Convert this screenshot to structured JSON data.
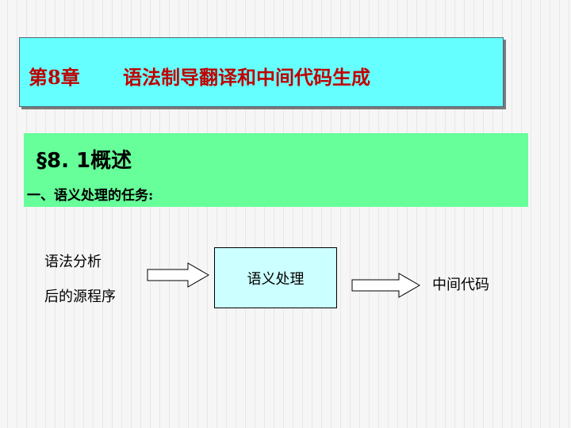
{
  "title": {
    "chapter": "第8章",
    "text": "语法制导翻译和中间代码生成"
  },
  "section": {
    "title": "§8. 1概述",
    "subtitle": "一、语义处理的任务:"
  },
  "diagram": {
    "input_line1": "语法分析",
    "input_line2": "后的源程序",
    "process": "语义处理",
    "output": "中间代码"
  },
  "colors": {
    "title_bg": "#66ffff",
    "title_text": "#c00000",
    "section_bg": "#66ff99",
    "process_bg": "#ccffff"
  }
}
